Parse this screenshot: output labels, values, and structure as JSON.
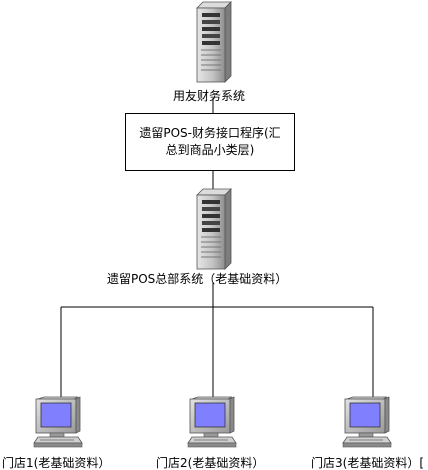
{
  "top_server": {
    "label": "用友财务系统",
    "icon": "server-icon"
  },
  "interface_box": {
    "line1": "遗留POS-财务接口程序(汇",
    "line2": "总到商品小类层)"
  },
  "mid_server": {
    "label": "遗留POS总部系统（老基础资料）",
    "icon": "server-icon"
  },
  "stores": [
    {
      "label": "门店1(老基础资料）",
      "icon": "computer-icon"
    },
    {
      "label": "门店2(老基础资料）",
      "icon": "computer-icon"
    },
    {
      "label": "门店3(老基础资料）[",
      "icon": "computer-icon"
    }
  ],
  "colors": {
    "line": "#000000",
    "server_body": "#c8c8c8",
    "screen": "#8080ff"
  }
}
